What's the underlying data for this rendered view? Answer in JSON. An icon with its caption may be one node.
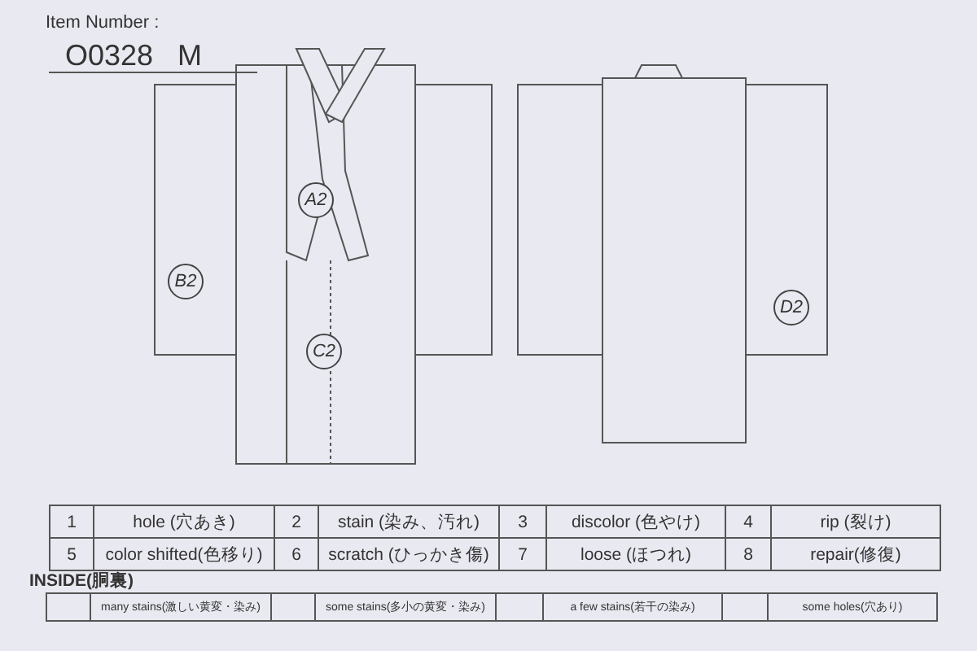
{
  "diagram": {
    "nodes": [
      {
        "text": [
          "A2"
        ]
      },
      {
        "text": [
          "B2"
        ]
      },
      {
        "text": [
          "C2"
        ]
      },
      {
        "text": [
          "D2"
        ]
      }
    ],
    "labels": [
      "Item Number :",
      "O0328 M",
      "1",
      "hole (穴あき)",
      "2",
      "stain (染み、汚れ)",
      "3",
      "discolor (色やけ)",
      "4",
      "rip (裂け)",
      "5",
      "color shifted(色移り)",
      "6",
      "scratch (ひっかき傷)",
      "7",
      "loose (ほつれ)",
      "8",
      "repair(修復)",
      "INSIDE(胴裏)",
      "many stains(激しい黄変・染み)",
      "some stains(多小の黄変・染み)",
      "a few stains(若干の染み)",
      "some holes(穴あり)"
    ]
  }
}
